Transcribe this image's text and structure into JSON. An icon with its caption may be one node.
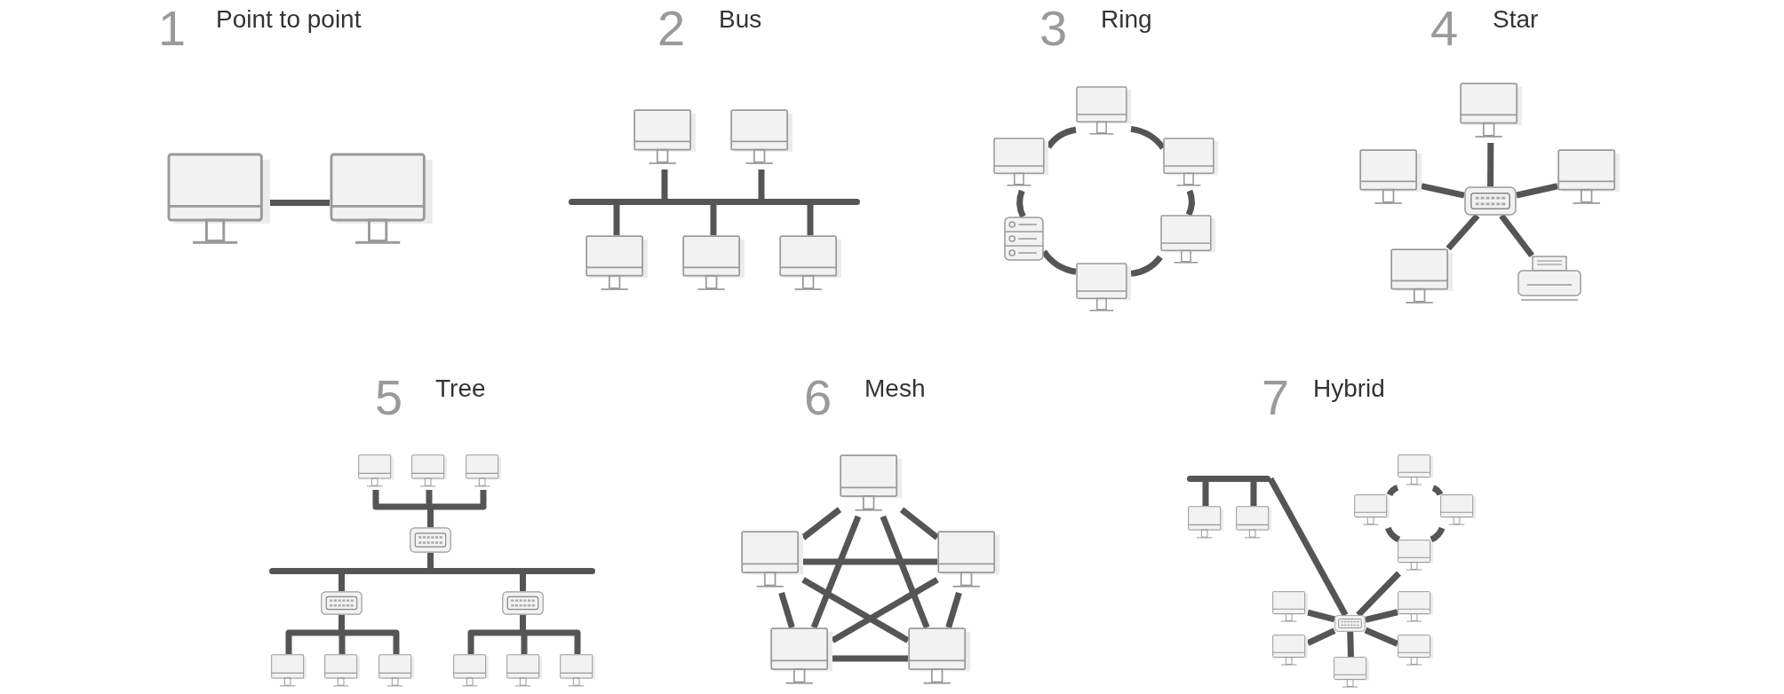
{
  "diagram": {
    "nodes": [
      {
        "text": [],
        "shape": "computer"
      },
      {
        "text": [],
        "shape": "computer"
      },
      {
        "text": [],
        "shape": "computer"
      },
      {
        "text": [],
        "shape": "computer"
      },
      {
        "text": [],
        "shape": "bar"
      },
      {
        "text": [],
        "shape": "computer"
      },
      {
        "text": [],
        "shape": "computer"
      },
      {
        "text": [],
        "shape": "computer"
      },
      {
        "text": [],
        "shape": "computer"
      },
      {
        "text": [],
        "shape": "computer"
      },
      {
        "text": [],
        "shape": "computer"
      },
      {
        "text": [],
        "shape": "server"
      },
      {
        "text": [],
        "shape": "computer"
      },
      {
        "text": [],
        "shape": "computer"
      },
      {
        "text": [],
        "shape": "computer"
      },
      {
        "text": [],
        "shape": "computer"
      },
      {
        "text": [],
        "shape": "switch"
      },
      {
        "text": [],
        "shape": "computer"
      },
      {
        "text": [],
        "shape": "computer"
      },
      {
        "text": [],
        "shape": "printer"
      },
      {
        "text": [],
        "shape": "computer"
      },
      {
        "text": [],
        "shape": "computer"
      },
      {
        "text": [],
        "shape": "computer"
      },
      {
        "text": [],
        "shape": "switch"
      },
      {
        "text": [],
        "shape": "bar"
      },
      {
        "text": [],
        "shape": "switch"
      },
      {
        "text": [],
        "shape": "switch"
      },
      {
        "text": [],
        "shape": "computer"
      },
      {
        "text": [],
        "shape": "computer"
      },
      {
        "text": [],
        "shape": "computer"
      },
      {
        "text": [],
        "shape": "computer"
      },
      {
        "text": [],
        "shape": "computer"
      },
      {
        "text": [],
        "shape": "computer"
      },
      {
        "text": [],
        "shape": "computer"
      },
      {
        "text": [],
        "shape": "computer"
      },
      {
        "text": [],
        "shape": "computer"
      },
      {
        "text": [],
        "shape": "computer"
      },
      {
        "text": [],
        "shape": "computer"
      },
      {
        "text": [],
        "shape": "bar"
      },
      {
        "text": [],
        "shape": "computer"
      },
      {
        "text": [],
        "shape": "computer"
      },
      {
        "text": [],
        "shape": "computer"
      },
      {
        "text": [],
        "shape": "computer"
      },
      {
        "text": [],
        "shape": "computer"
      },
      {
        "text": [],
        "shape": "computer"
      },
      {
        "text": [],
        "shape": "computer"
      },
      {
        "text": [],
        "shape": "computer"
      },
      {
        "text": [],
        "shape": "switch"
      },
      {
        "text": [],
        "shape": "computer"
      },
      {
        "text": [],
        "shape": "computer"
      },
      {
        "text": [],
        "shape": "computer"
      }
    ],
    "edges": [
      {
        "from": 0,
        "to": 1,
        "arrow": "none"
      },
      {
        "from": 2,
        "to": 4,
        "arrow": "none"
      },
      {
        "from": 3,
        "to": 4,
        "arrow": "none"
      },
      {
        "from": 5,
        "to": 4,
        "arrow": "none"
      },
      {
        "from": 6,
        "to": 4,
        "arrow": "none"
      },
      {
        "from": 7,
        "to": 4,
        "arrow": "none"
      },
      {
        "from": 8,
        "to": 10,
        "arrow": "none"
      },
      {
        "from": 10,
        "to": 12,
        "arrow": "none"
      },
      {
        "from": 12,
        "to": 13,
        "arrow": "none"
      },
      {
        "from": 13,
        "to": 11,
        "arrow": "none"
      },
      {
        "from": 11,
        "to": 9,
        "arrow": "none"
      },
      {
        "from": 9,
        "to": 8,
        "arrow": "none"
      },
      {
        "from": 16,
        "to": 14,
        "arrow": "none"
      },
      {
        "from": 16,
        "to": 15,
        "arrow": "none"
      },
      {
        "from": 16,
        "to": 17,
        "arrow": "none"
      },
      {
        "from": 16,
        "to": 18,
        "arrow": "none"
      },
      {
        "from": 16,
        "to": 19,
        "arrow": "none"
      },
      {
        "from": 20,
        "to": 23,
        "arrow": "none"
      },
      {
        "from": 21,
        "to": 23,
        "arrow": "none"
      },
      {
        "from": 22,
        "to": 23,
        "arrow": "none"
      },
      {
        "from": 23,
        "to": 24,
        "arrow": "none"
      },
      {
        "from": 24,
        "to": 25,
        "arrow": "none"
      },
      {
        "from": 24,
        "to": 26,
        "arrow": "none"
      },
      {
        "from": 25,
        "to": 27,
        "arrow": "none"
      },
      {
        "from": 25,
        "to": 28,
        "arrow": "none"
      },
      {
        "from": 25,
        "to": 29,
        "arrow": "none"
      },
      {
        "from": 26,
        "to": 30,
        "arrow": "none"
      },
      {
        "from": 26,
        "to": 31,
        "arrow": "none"
      },
      {
        "from": 26,
        "to": 32,
        "arrow": "none"
      },
      {
        "from": 33,
        "to": 34,
        "arrow": "none"
      },
      {
        "from": 33,
        "to": 35,
        "arrow": "none"
      },
      {
        "from": 34,
        "to": 36,
        "arrow": "none"
      },
      {
        "from": 35,
        "to": 37,
        "arrow": "none"
      },
      {
        "from": 36,
        "to": 37,
        "arrow": "none"
      },
      {
        "from": 33,
        "to": 36,
        "arrow": "none"
      },
      {
        "from": 33,
        "to": 37,
        "arrow": "none"
      },
      {
        "from": 34,
        "to": 35,
        "arrow": "none"
      },
      {
        "from": 34,
        "to": 37,
        "arrow": "none"
      },
      {
        "from": 35,
        "to": 36,
        "arrow": "none"
      },
      {
        "from": 39,
        "to": 38,
        "arrow": "none"
      },
      {
        "from": 40,
        "to": 38,
        "arrow": "none"
      },
      {
        "from": 38,
        "to": 47,
        "arrow": "none"
      },
      {
        "from": 41,
        "to": 43,
        "arrow": "none"
      },
      {
        "from": 43,
        "to": 44,
        "arrow": "none"
      },
      {
        "from": 44,
        "to": 42,
        "arrow": "none"
      },
      {
        "from": 42,
        "to": 41,
        "arrow": "none"
      },
      {
        "from": 44,
        "to": 47,
        "arrow": "none"
      },
      {
        "from": 47,
        "to": 45,
        "arrow": "none"
      },
      {
        "from": 47,
        "to": 46,
        "arrow": "none"
      },
      {
        "from": 47,
        "to": 48,
        "arrow": "none"
      },
      {
        "from": 47,
        "to": 49,
        "arrow": "none"
      },
      {
        "from": 47,
        "to": 50,
        "arrow": "none"
      }
    ],
    "labels": [
      "1",
      "Point to point",
      "2",
      "Bus",
      "3",
      "Ring",
      "4",
      "Star",
      "5",
      "Tree",
      "6",
      "Mesh",
      "7",
      "Hybrid"
    ]
  }
}
